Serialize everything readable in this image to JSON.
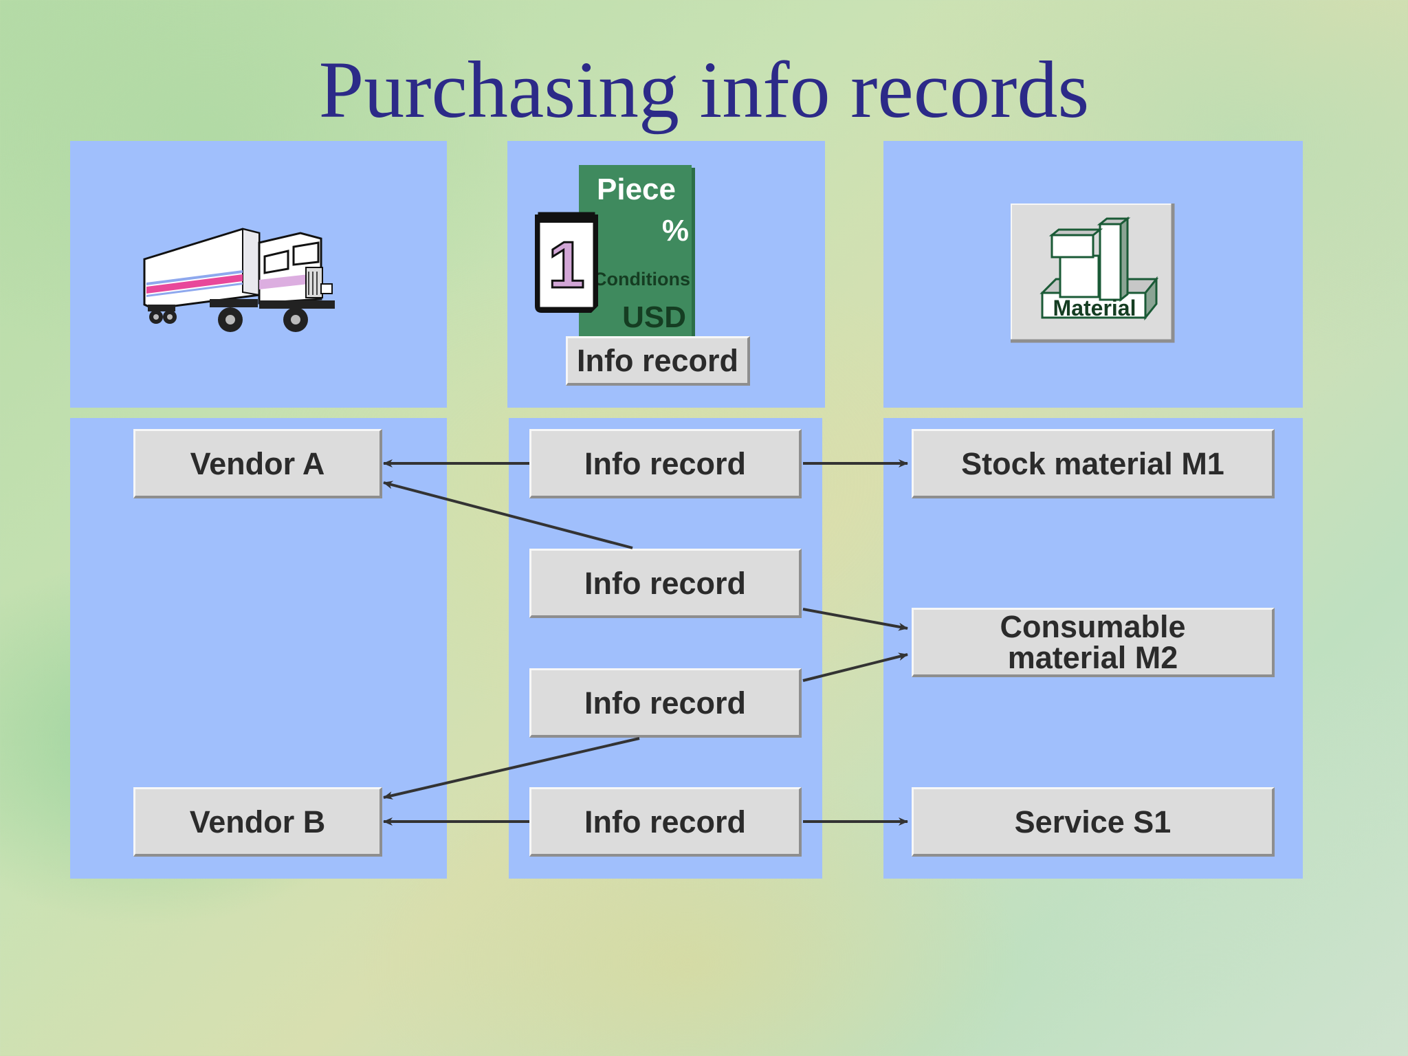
{
  "title": "Purchasing info records",
  "header_icons": {
    "vendor_icon": "truck-icon",
    "info_record_icon": {
      "name": "condition-document-icon",
      "unit": "Piece",
      "percent": "%",
      "conditions": "Conditions",
      "currency": "USD",
      "calendar_digit": "1",
      "label": "Info record"
    },
    "material_icon": {
      "name": "material-blocks-icon",
      "label": "Material"
    }
  },
  "vendors": [
    {
      "label": "Vendor A"
    },
    {
      "label": "Vendor B"
    }
  ],
  "info_records": [
    {
      "label": "Info record"
    },
    {
      "label": "Info record"
    },
    {
      "label": "Info record"
    },
    {
      "label": "Info record"
    }
  ],
  "materials": [
    {
      "label": "Stock material M1"
    },
    {
      "label_line1": "Consumable",
      "label_line2": "material M2"
    },
    {
      "label": "Service S1"
    }
  ],
  "links": [
    {
      "info_record": 1,
      "vendor": "Vendor A",
      "material": "Stock material M1"
    },
    {
      "info_record": 2,
      "vendor": "Vendor A",
      "material": "Consumable material M2"
    },
    {
      "info_record": 3,
      "vendor": "Vendor B",
      "material": "Consumable material M2"
    },
    {
      "info_record": 4,
      "vendor": "Vendor B",
      "material": "Service S1"
    }
  ],
  "colors": {
    "title": "#2c2a88",
    "panel": "#a0bffc",
    "box": "#dcdcdc",
    "arrow": "#333333",
    "doc_green": "#3f8a5e",
    "truck_stripe": "#e8489a"
  }
}
